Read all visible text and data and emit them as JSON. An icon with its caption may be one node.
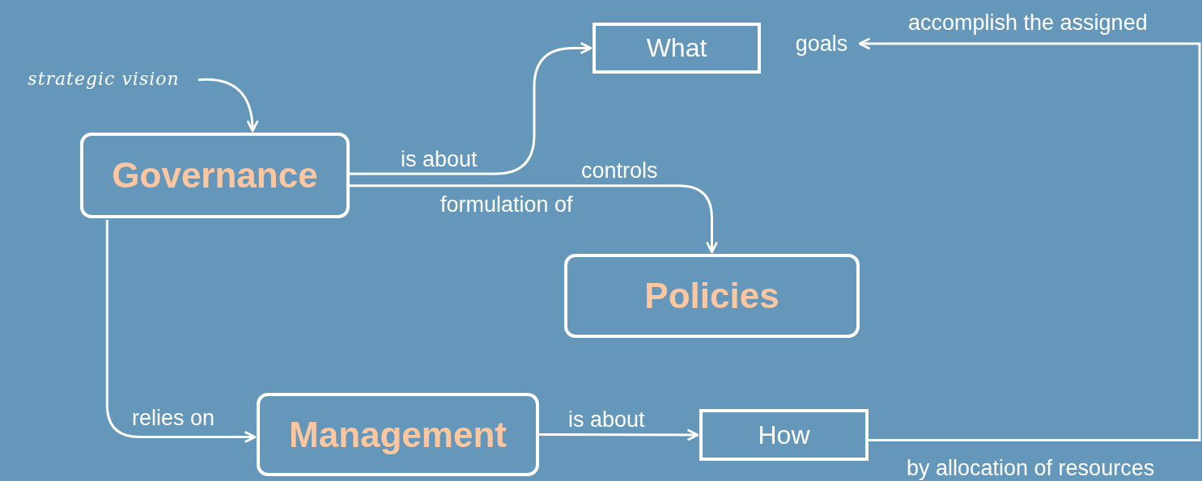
{
  "diagram": {
    "nodes": [
      {
        "text": [
          "strategic vision"
        ]
      },
      {
        "text": [
          "Governance"
        ]
      },
      {
        "text": [
          "What"
        ]
      },
      {
        "text": [
          "goals"
        ]
      },
      {
        "text": [
          "Policies"
        ]
      },
      {
        "text": [
          "Management"
        ]
      },
      {
        "text": [
          "How"
        ]
      }
    ],
    "edges": [
      {
        "from": 0,
        "to": 1,
        "arrow": "to"
      },
      {
        "from": 1,
        "to": 2,
        "label": "is about",
        "arrow": "to"
      },
      {
        "from": 1,
        "to": 4,
        "label": "controls",
        "arrow": "to"
      },
      {
        "from": 1,
        "to": 5,
        "label": "relies on",
        "arrow": "to"
      },
      {
        "from": 5,
        "to": 6,
        "label": "is about",
        "arrow": "to"
      },
      {
        "from": 6,
        "to": 3,
        "label": "accomplish the assigned",
        "arrow": "to"
      }
    ],
    "labels": [
      "formulation of",
      "by allocation of resources"
    ]
  }
}
